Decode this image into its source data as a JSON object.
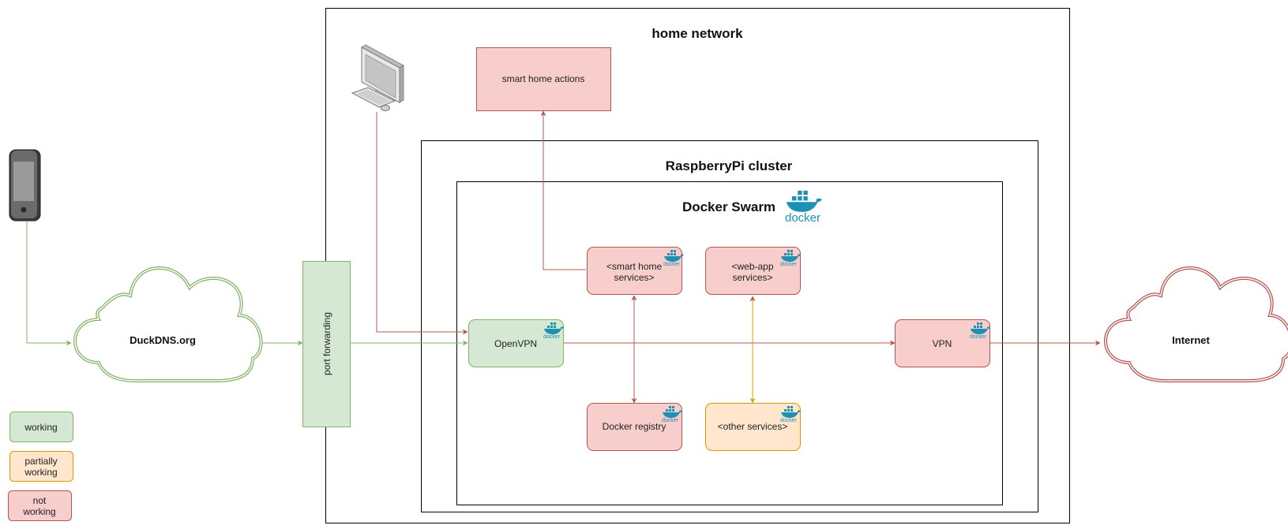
{
  "colors": {
    "working_fill": "#d5e8d4",
    "working_stroke": "#82b366",
    "partial_fill": "#ffe6cc",
    "partial_stroke": "#d79b00",
    "broken_fill": "#f8cecc",
    "broken_stroke": "#b85450",
    "green_edge": "#82b366",
    "red_edge": "#b85450",
    "orange_edge": "#d6a000",
    "docker_blue": "#1d91b4"
  },
  "containers": {
    "home_network": "home network",
    "raspberry_cluster": "RaspberryPi cluster",
    "docker_swarm": "Docker Swarm"
  },
  "docker_logo_text": "docker",
  "clouds": {
    "duckdns": "DuckDNS.org",
    "internet": "Internet"
  },
  "port_forwarding": "port forwarding",
  "nodes": {
    "smart_home_actions": "smart home actions",
    "smart_home_services_1": "<smart home",
    "smart_home_services_2": "services>",
    "web_app_services_1": "<web-app",
    "web_app_services_2": "services>",
    "openvpn": "OpenVPN",
    "vpn": "VPN",
    "docker_registry": "Docker registry",
    "other_services": "<other services>"
  },
  "legend": {
    "working": "working",
    "partial_1": "partially",
    "partial_2": "working",
    "broken_1": "not",
    "broken_2": "working"
  },
  "icons": {
    "phone": "smartphone-icon",
    "computer": "desktop-computer-icon",
    "docker": "docker-whale-icon"
  }
}
